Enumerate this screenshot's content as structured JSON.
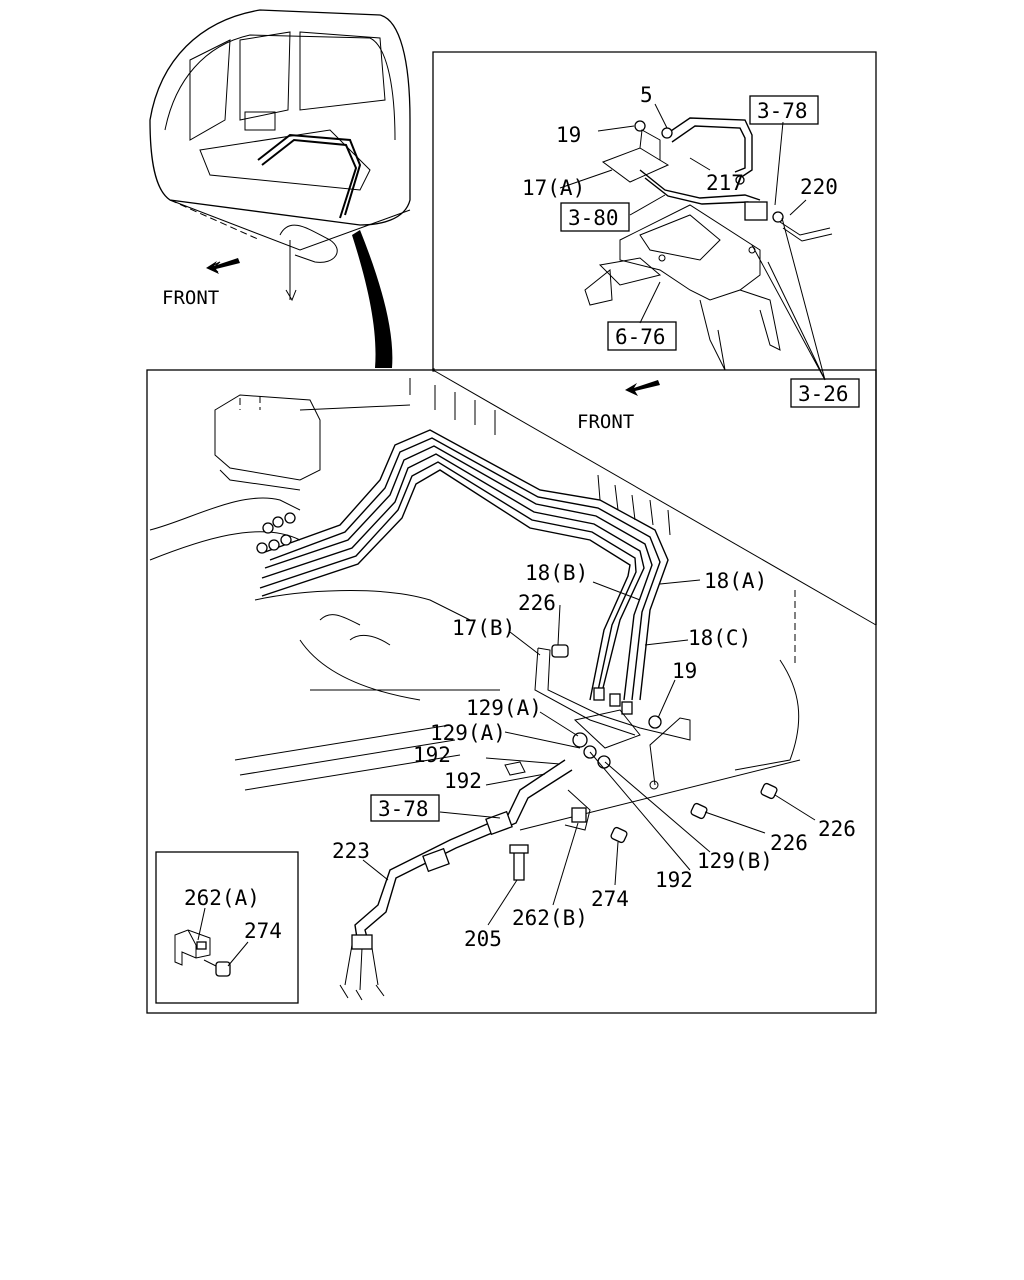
{
  "labels": {
    "front_top": "FRONT",
    "front_mid": "FRONT",
    "ref_3_78_top": "3-78",
    "ref_3_80": "3-80",
    "ref_6_76": "6-76",
    "ref_3_26": "3-26",
    "ref_3_78_bottom": "3-78",
    "p5": "5",
    "p19_top": "19",
    "p17a": "17(A)",
    "p217": "217",
    "p220": "220",
    "p18b": "18(B)",
    "p18a": "18(A)",
    "p226_upper": "226",
    "p17b": "17(B)",
    "p18c": "18(C)",
    "p19_mid": "19",
    "p129a_1": "129(A)",
    "p129a_2": "129(A)",
    "p192_1": "192",
    "p192_2": "192",
    "p223": "223",
    "p226_r1": "226",
    "p226_r2": "226",
    "p129b": "129(B)",
    "p192_3": "192",
    "p274_main": "274",
    "p262b": "262(B)",
    "p205": "205",
    "p262a": "262(A)",
    "p274_inset": "274"
  }
}
